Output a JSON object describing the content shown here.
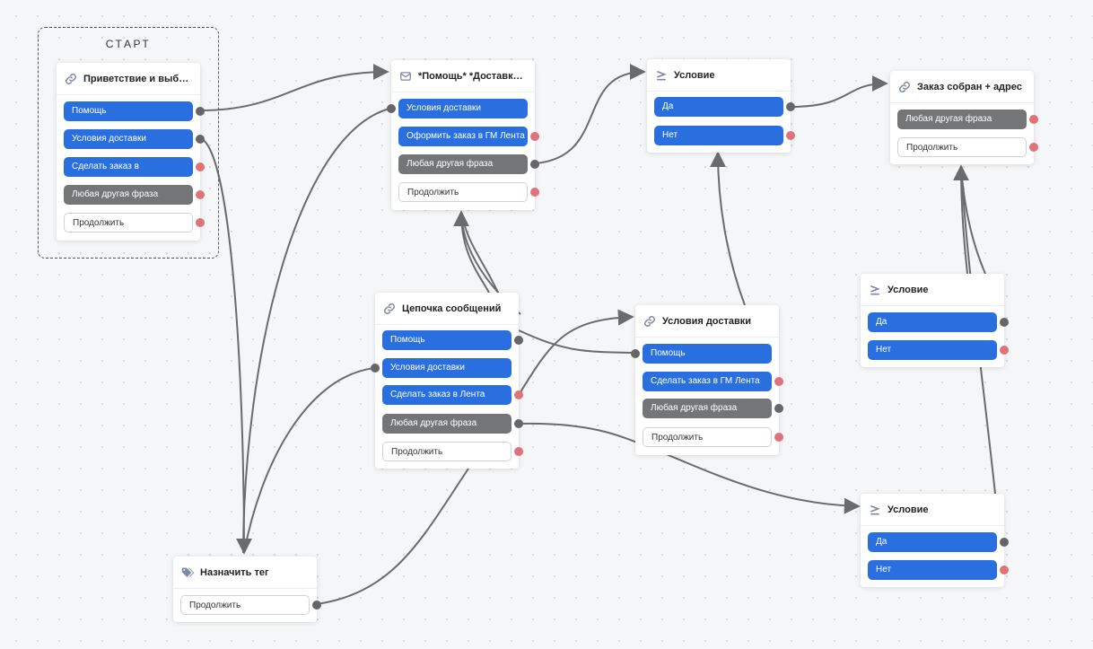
{
  "start_block": {
    "label": "СТАРТ"
  },
  "nodes": {
    "greeting": {
      "icon": "link-icon",
      "title": "Приветствие и выбор ...",
      "buttons": [
        {
          "label": "Помощь",
          "style": "blue",
          "connected": true
        },
        {
          "label": "Условия доставки",
          "style": "blue",
          "connected": true
        },
        {
          "label": "Сделать заказ в",
          "style": "blue",
          "connected": false
        },
        {
          "label": "Любая другая фраза",
          "style": "gray",
          "connected": false
        },
        {
          "label": "Продолжить",
          "style": "outline",
          "connected": false
        }
      ]
    },
    "help_delivery": {
      "icon": "envelope-icon",
      "title": "*Помощь* *Доставка* -...",
      "buttons": [
        {
          "label": "Условия доставки",
          "style": "blue",
          "connected": true
        },
        {
          "label": "Оформить заказ в ГМ Лента",
          "style": "blue",
          "connected": false
        },
        {
          "label": "Любая другая фраза",
          "style": "gray",
          "connected": true
        },
        {
          "label": "Продолжить",
          "style": "outline",
          "connected": false
        }
      ]
    },
    "condition_1": {
      "icon": "condition-icon",
      "title": "Условие",
      "buttons": [
        {
          "label": "Да",
          "style": "blue",
          "connected": true
        },
        {
          "label": "Нет",
          "style": "blue",
          "connected": false
        }
      ]
    },
    "order_collected": {
      "icon": "link-icon",
      "title": "Заказ собран + адрес",
      "buttons": [
        {
          "label": "Любая другая фраза",
          "style": "gray",
          "connected": false
        },
        {
          "label": "Продолжить",
          "style": "outline",
          "connected": false
        }
      ]
    },
    "message_chain": {
      "icon": "link-icon",
      "title": "Цепочка сообщений",
      "buttons": [
        {
          "label": "Помощь",
          "style": "blue",
          "connected": true
        },
        {
          "label": "Условия доставки",
          "style": "blue",
          "connected": true
        },
        {
          "label": "Сделать заказ в Лента",
          "style": "blue",
          "connected": false
        },
        {
          "label": "Любая другая фраза",
          "style": "gray",
          "connected": true
        },
        {
          "label": "Продолжить",
          "style": "outline",
          "connected": false
        }
      ]
    },
    "delivery_terms": {
      "icon": "link-icon",
      "title": "Условия доставки",
      "buttons": [
        {
          "label": "Помощь",
          "style": "blue",
          "connected": true
        },
        {
          "label": "Сделать заказ в ГМ Лента",
          "style": "blue",
          "connected": false
        },
        {
          "label": "Любая другая фраза",
          "style": "gray",
          "connected": true
        },
        {
          "label": "Продолжить",
          "style": "outline",
          "connected": false
        }
      ]
    },
    "condition_2": {
      "icon": "condition-icon",
      "title": "Условие",
      "buttons": [
        {
          "label": "Да",
          "style": "blue",
          "connected": true
        },
        {
          "label": "Нет",
          "style": "blue",
          "connected": false
        }
      ]
    },
    "condition_3": {
      "icon": "condition-icon",
      "title": "Условие",
      "buttons": [
        {
          "label": "Да",
          "style": "blue",
          "connected": true
        },
        {
          "label": "Нет",
          "style": "blue",
          "connected": false
        }
      ]
    },
    "assign_tag": {
      "icon": "tag-icon",
      "title": "Назначить тег",
      "buttons": [
        {
          "label": "Продолжить",
          "style": "outline",
          "connected": true
        }
      ]
    }
  },
  "colors": {
    "button_blue": "#2a6fe0",
    "button_gray": "#747577",
    "port_connected": "#666666",
    "port_unconnected": "#e0737a",
    "edge": "#6b6b6b",
    "icon": "#7f87a8"
  }
}
